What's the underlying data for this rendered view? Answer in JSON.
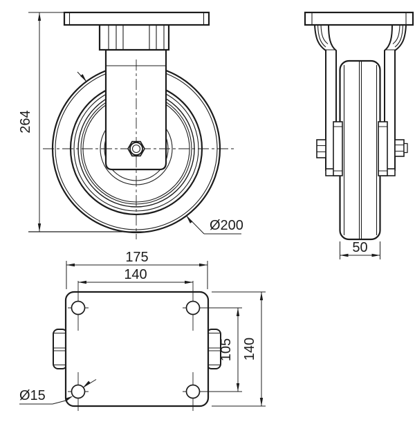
{
  "drawing": {
    "type": "technical-drawing",
    "subject": "fixed-caster-wheel-three-views",
    "background": "#ffffff",
    "line_color": "#1c1c1c",
    "dimensions": {
      "overall_height": "264",
      "wheel_diameter": "Ø200",
      "wheel_width": "50",
      "plate_length": "175",
      "hole_spacing_length": "140",
      "hole_spacing_width": "105",
      "plate_width": "140",
      "hole_diameter": "Ø15"
    }
  }
}
